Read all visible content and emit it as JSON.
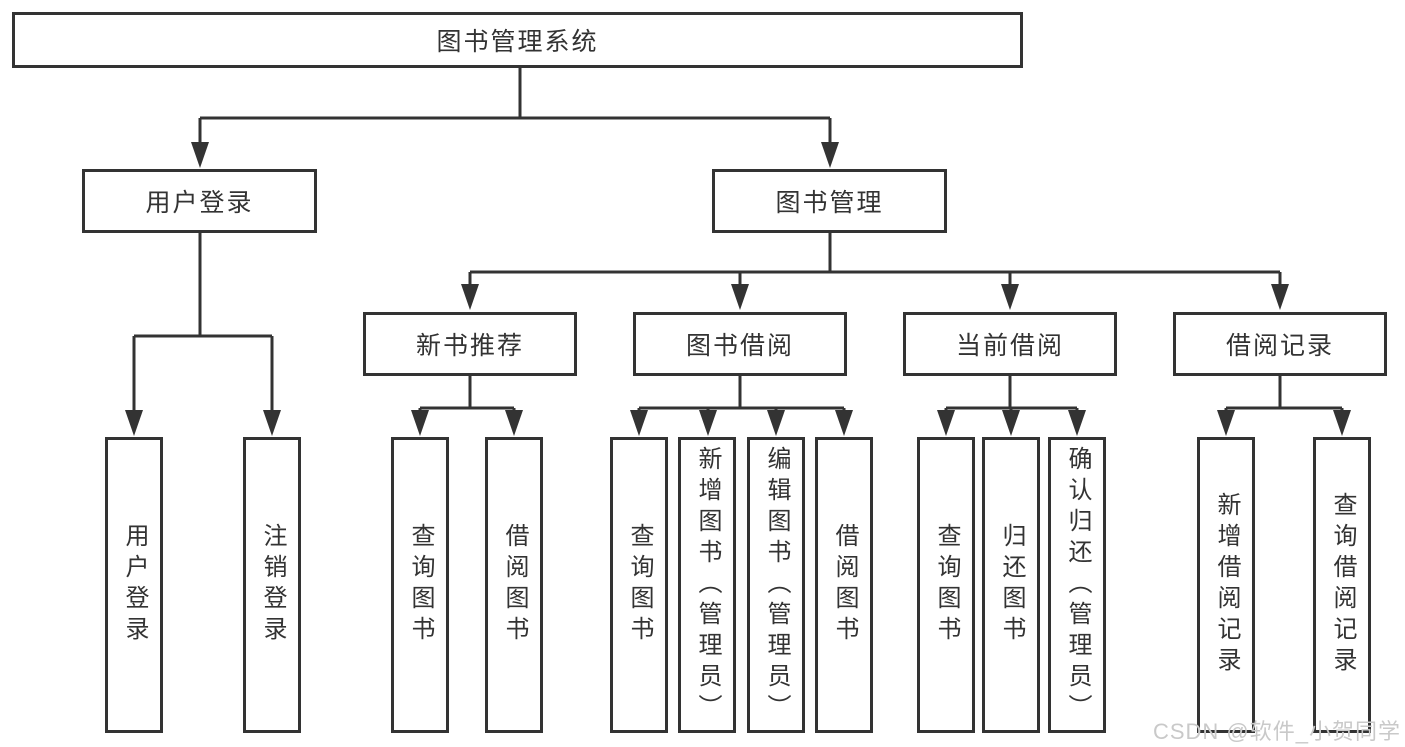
{
  "diagram": {
    "title": "图书管理系统",
    "watermark": "CSDN @软件_小贺同学",
    "colors": {
      "line": "#333333",
      "text": "#333333",
      "box_fill": "#ffffff",
      "watermark": "#c9c9c9",
      "background": "#ffffff"
    },
    "tree": {
      "label": "图书管理系统",
      "children": [
        {
          "label": "用户登录",
          "children": [
            {
              "label": "用户登录"
            },
            {
              "label": "注销登录"
            }
          ]
        },
        {
          "label": "图书管理",
          "children": [
            {
              "label": "新书推荐",
              "children": [
                {
                  "label": "查询图书"
                },
                {
                  "label": "借阅图书"
                }
              ]
            },
            {
              "label": "图书借阅",
              "children": [
                {
                  "label": "查询图书"
                },
                {
                  "label": "新增图书（管理员）"
                },
                {
                  "label": "编辑图书（管理员）"
                },
                {
                  "label": "借阅图书"
                }
              ]
            },
            {
              "label": "当前借阅",
              "children": [
                {
                  "label": "查询图书"
                },
                {
                  "label": "归还图书"
                },
                {
                  "label": "确认归还（管理员）"
                }
              ]
            },
            {
              "label": "借阅记录",
              "children": [
                {
                  "label": "新增借阅记录"
                },
                {
                  "label": "查询借阅记录"
                }
              ]
            }
          ]
        }
      ]
    }
  }
}
